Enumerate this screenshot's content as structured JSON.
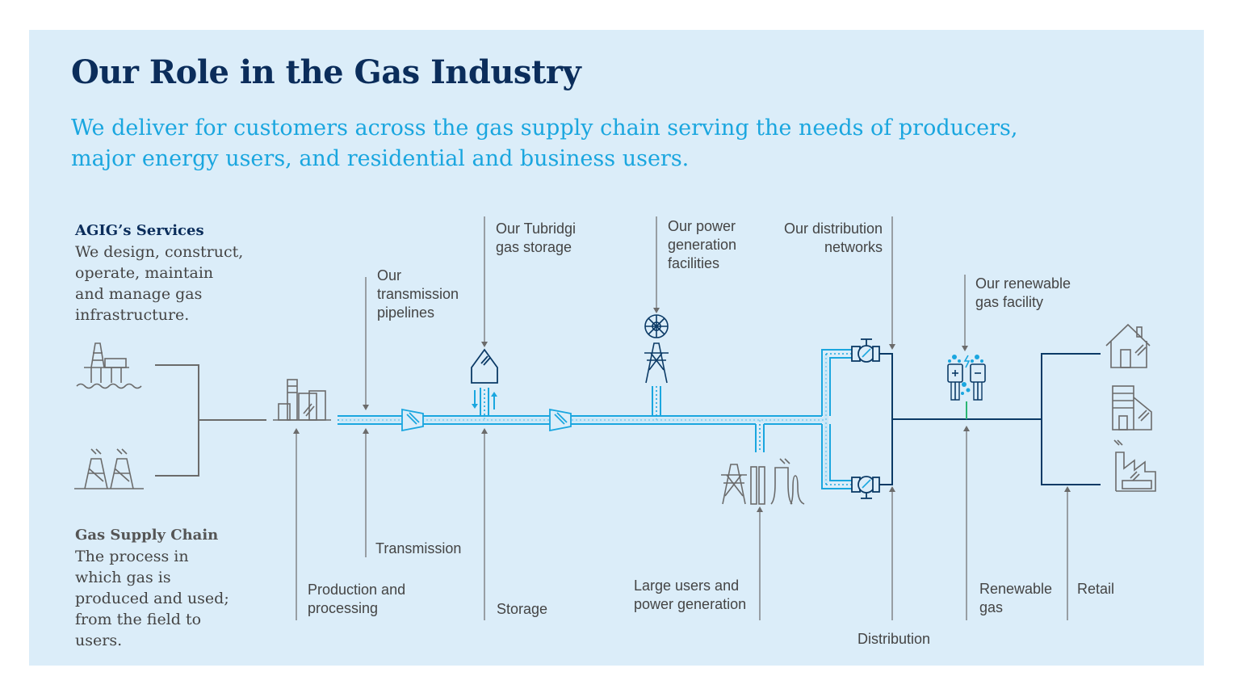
{
  "header": {
    "title": "Our Role in the Gas Industry",
    "subtitle_line1": "We deliver for customers across the gas supply chain serving the needs of producers,",
    "subtitle_line2": "major energy users, and residential and business users."
  },
  "legend": {
    "services_heading": "AGIG’s Services",
    "services_lines": [
      "We design, construct,",
      "operate, maintain",
      "and manage gas",
      "infrastructure."
    ],
    "chain_heading": "Gas Supply Chain",
    "chain_lines": [
      "The process in",
      "which gas  is",
      "produced and used;",
      "from the field to",
      "users."
    ]
  },
  "services": {
    "transmission_pipelines": [
      "Our",
      "transmission",
      "pipelines"
    ],
    "gas_storage": [
      "Our Tubridgi",
      "gas storage"
    ],
    "power_generation": [
      "Our power",
      "generation",
      "facilities"
    ],
    "distribution_networks": [
      "Our distribution",
      "networks"
    ],
    "renewable_facility": [
      "Our renewable",
      "gas facility"
    ]
  },
  "chain": {
    "production": [
      "Production and",
      "processing"
    ],
    "transmission": "Transmission",
    "storage": "Storage",
    "large_users": [
      "Large users and",
      "power generation"
    ],
    "distribution": "Distribution",
    "renewable_gas": [
      "Renewable",
      "gas"
    ],
    "retail": "Retail"
  },
  "colors": {
    "panel": "#dbedf9",
    "title": "#0b2d5b",
    "accent": "#1aa6df",
    "navy": "#0b3a66",
    "grey": "#6b6b6b",
    "green": "#2bb673"
  },
  "icons": [
    "offshore-platform-icon",
    "gas-field-icon",
    "processing-plant-icon",
    "compressor-icon",
    "storage-icon",
    "power-plant-icon",
    "large-users-icon",
    "valve-icon",
    "renewable-facility-icon",
    "house-icon",
    "building-icon",
    "factory-icon"
  ]
}
